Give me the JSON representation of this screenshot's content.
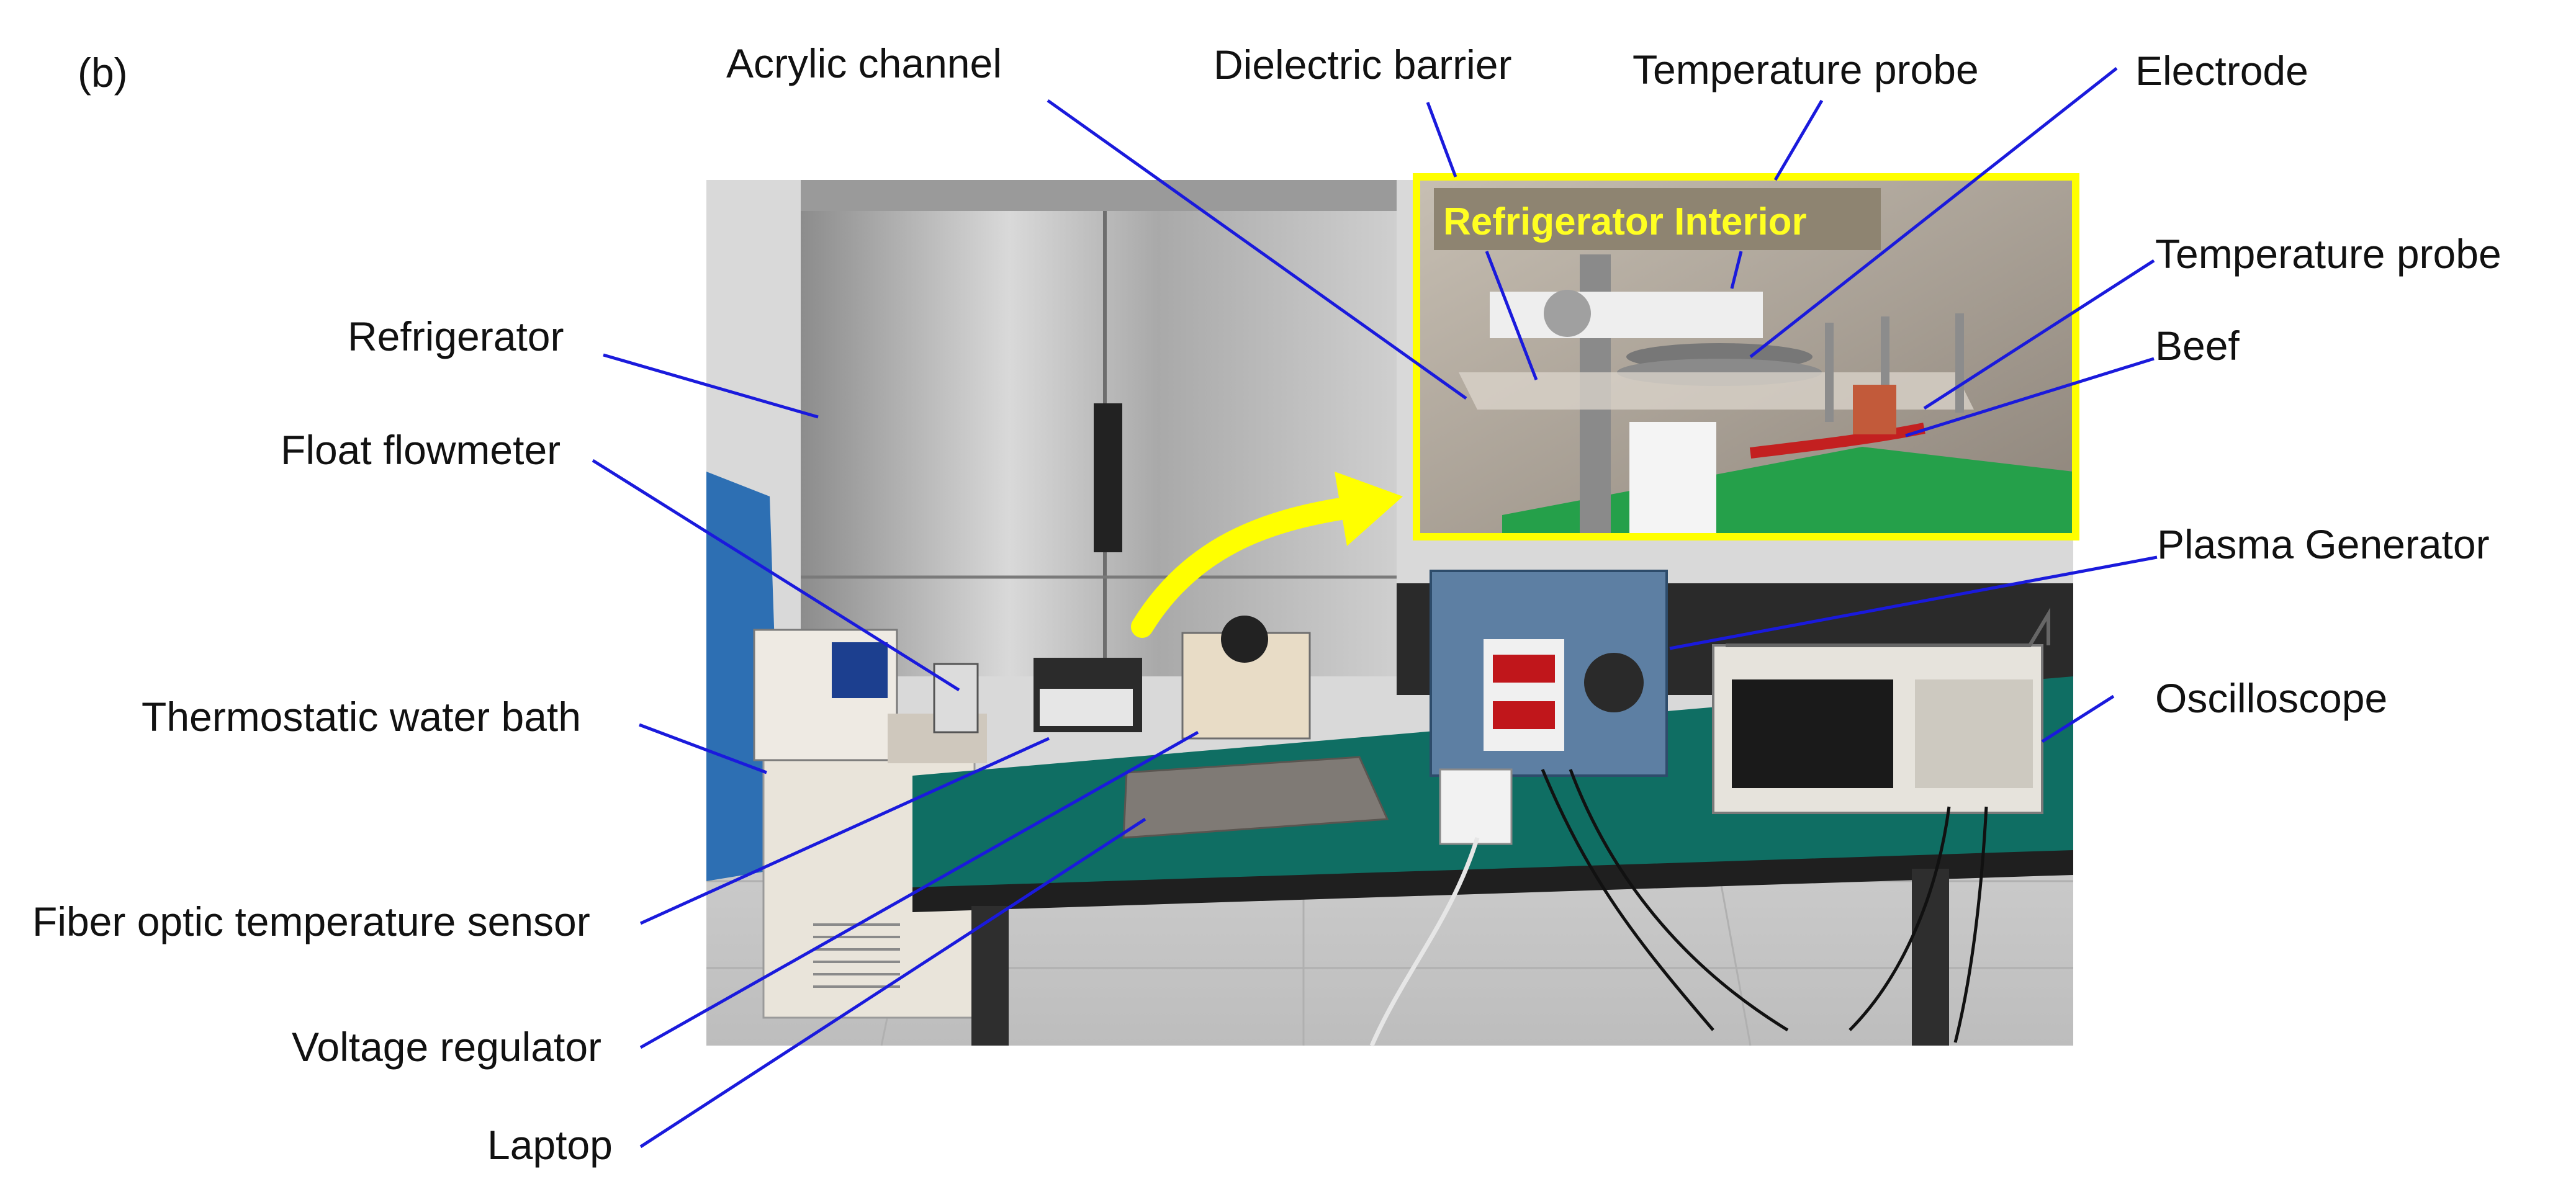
{
  "panel_label": "(b)",
  "inset_title": "Refrigerator Interior",
  "labels": {
    "acrylic_channel": "Acrylic channel",
    "dielectric_barrier": "Dielectric barrier",
    "temperature_probe_top": "Temperature probe",
    "electrode": "Electrode",
    "temperature_probe_right": "Temperature probe",
    "beef": "Beef",
    "refrigerator": "Refrigerator",
    "float_flowmeter": "Float flowmeter",
    "plasma_generator": "Plasma Generator",
    "thermostatic_water_bath": "Thermostatic water bath",
    "oscilloscope": "Oscilloscope",
    "fiber_optic_temperature_sensor": "Fiber optic temperature sensor",
    "voltage_regulator": "Voltage regulator",
    "laptop": "Laptop"
  },
  "colors": {
    "leader_line": "#1a1adc",
    "inset_border": "#ffff00",
    "arrow": "#ffff00",
    "table_top": "#0f6e63"
  }
}
